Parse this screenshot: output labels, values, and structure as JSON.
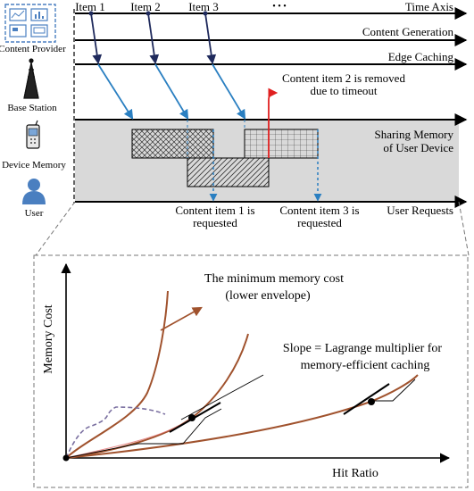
{
  "top_diagram": {
    "time_axis": "Time Axis",
    "ellipsis": "• • •",
    "items": [
      "Item 1",
      "Item 2",
      "Item 3"
    ],
    "rows": {
      "content_generation": "Content Generation",
      "edge_caching": "Edge Caching",
      "sharing_memory_line1": "Sharing Memory",
      "sharing_memory_line2": "of User Device",
      "user_requests": "User Requests"
    },
    "left_labels": {
      "content_provider": "Content Provider",
      "base_station": "Base Station",
      "device_memory": "Device Memory",
      "user": "User"
    },
    "annotations": {
      "removed_line1": "Content item 2 is removed",
      "removed_line2": "due to timeout",
      "req1_line1": "Content item 1 is",
      "req1_line2": "requested",
      "req3_line1": "Content item 3 is",
      "req3_line2": "requested"
    },
    "colors": {
      "dark_arrow": "#1f2a5c",
      "blue_arrow": "#2a7fc1",
      "red_arrow": "#e02020",
      "memory_band": "#d9d9d9",
      "icon_blue": "#4a7fc0"
    }
  },
  "bottom_plot": {
    "ylabel": "Memory Cost",
    "xlabel": "Hit Ratio",
    "annotation_envelope_line1": "The minimum memory cost",
    "annotation_envelope_line2": "(lower envelope)",
    "annotation_slope_line1": "Slope = Lagrange multiplier for",
    "annotation_slope_line2": "memory-efficient caching",
    "colors": {
      "curve": "#a0522d",
      "dashed_curve": "#7a6fa0",
      "arrow": "#a0522d",
      "axis": "#000000"
    }
  }
}
